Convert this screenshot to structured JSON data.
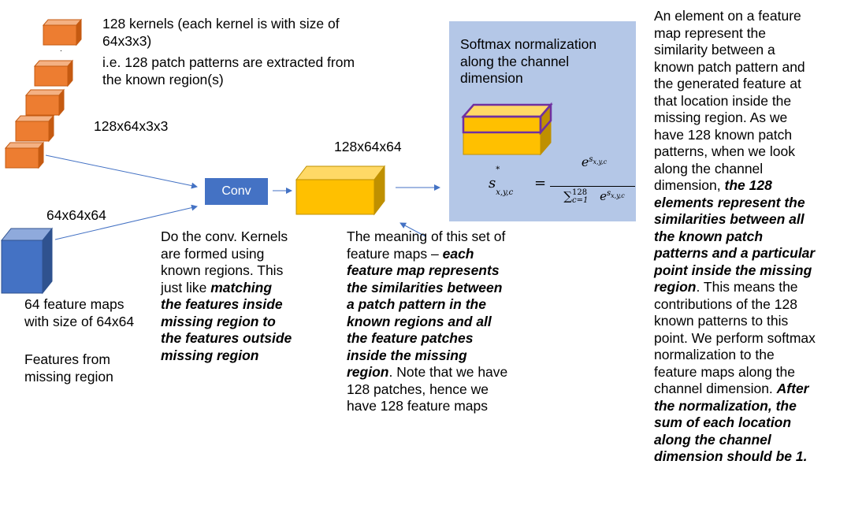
{
  "kernels": {
    "line1": "128 kernels (each kernel is with size of",
    "line2": "64x3x3)",
    "dot": ".",
    "line3": "i.e. 128 patch patterns are extracted from",
    "line4": "the known region(s)",
    "size_label": "128x64x3x3",
    "color": "#ed7d31"
  },
  "input": {
    "size_label": "64x64x64",
    "desc_line1": "64 feature maps",
    "desc_line2": "with size of 64x64",
    "src_line1": "Features from",
    "src_line2": "missing region",
    "color": "#4472c4"
  },
  "conv": {
    "label": "Conv",
    "desc_plain1": "Do the conv. Kernels",
    "desc_plain2": "are formed using",
    "desc_plain3": "known regions. This",
    "desc_plain4": "just like ",
    "desc_bi1": "matching",
    "desc_bi2": "the features inside",
    "desc_bi3": "missing region to",
    "desc_bi4": "the features outside",
    "desc_bi5": "missing region"
  },
  "output": {
    "size_label": "128x64x64",
    "color": "#ffc000",
    "m1": "The meaning of this set of",
    "m2a": "feature maps – ",
    "m2b": "each",
    "m3": "feature map represents",
    "m4": "the similarities between",
    "m5": "a patch pattern in the",
    "m6": "known regions and all",
    "m7": "the feature patches",
    "m8": "inside the missing",
    "m9a": "region",
    "m9b": ". Note that we have",
    "m10": "128 patches, hence we",
    "m11": "have 128 feature maps"
  },
  "softmax": {
    "title1": "Softmax normalization",
    "title2": "along the channel",
    "title3": "dimension",
    "panel_color": "#b4c7e7",
    "highlight_color": "#7030a0",
    "formula": {
      "lhs_base": "s",
      "lhs_sup": "*",
      "lhs_sub": "x,y,c",
      "equals": "=",
      "num_base": "e",
      "num_sup": "s",
      "num_sup_sub": "x,y,c",
      "den_sum": "∑",
      "den_sum_sub": "c=1",
      "den_sum_sup": "128",
      "den_base": "e",
      "den_sup": "s",
      "den_sup_sub": "x,y,c"
    }
  },
  "right_text": {
    "r1": "An element on a feature",
    "r2": "map represent the",
    "r3": "similarity between a",
    "r4": "known patch pattern and",
    "r5": "the generated feature at",
    "r6": "that location inside the",
    "r7": "missing region. As we",
    "r8": "have 128 known patch",
    "r9": "patterns, when we look",
    "r10": "along the channel",
    "r11a": "dimension, ",
    "r11b": "the 128",
    "r12": "elements represent the",
    "r13": "similarities between all",
    "r14": "the known patch",
    "r15": "patterns and a particular",
    "r16": "point inside the missing",
    "r17a": "region",
    "r17b": ". This means the",
    "r18": "contributions of the 128",
    "r19": "known patterns to this",
    "r20": "point. We perform softmax",
    "r21": "normalization to the",
    "r22": "feature maps along the",
    "r23a": "channel dimension. ",
    "r23b": "After",
    "r24": "the normalization, the",
    "r25": "sum of each location",
    "r26": "along the channel",
    "r27": "dimension should be 1."
  }
}
